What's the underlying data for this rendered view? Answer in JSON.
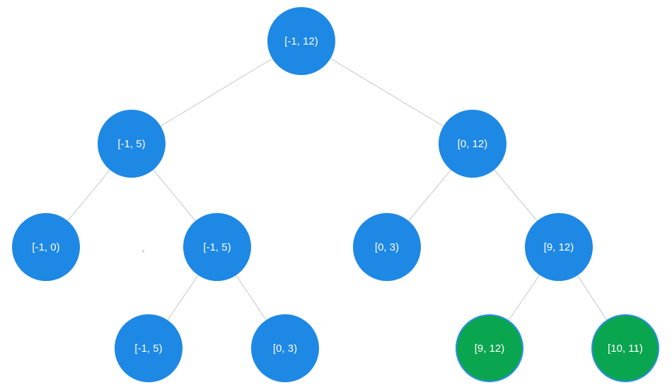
{
  "diagram": {
    "kind": "interval-tree",
    "background": "#ffffff",
    "colors": {
      "node_blue": "#1e88e5",
      "node_green": "#0aa54f",
      "green_node_border": "#2b8fe8",
      "edge_line": "#c6c6c6",
      "label_text": "#ffffff"
    },
    "nodes": [
      {
        "id": "n0",
        "label": "[-1, 12)",
        "level": 0,
        "color": "blue"
      },
      {
        "id": "n1",
        "label": "[-1, 5)",
        "level": 1,
        "color": "blue"
      },
      {
        "id": "n2",
        "label": "[0, 12)",
        "level": 1,
        "color": "blue"
      },
      {
        "id": "n3",
        "label": "[-1, 0)",
        "level": 2,
        "color": "blue"
      },
      {
        "id": "n4",
        "label": "[-1, 5)",
        "level": 2,
        "color": "blue"
      },
      {
        "id": "n5",
        "label": "[0, 3)",
        "level": 2,
        "color": "blue"
      },
      {
        "id": "n6",
        "label": "[9, 12)",
        "level": 2,
        "color": "blue"
      },
      {
        "id": "n7",
        "label": "[-1, 5)",
        "level": 3,
        "color": "blue"
      },
      {
        "id": "n8",
        "label": "[0, 3)",
        "level": 3,
        "color": "blue"
      },
      {
        "id": "n9",
        "label": "[9, 12)",
        "level": 3,
        "color": "green"
      },
      {
        "id": "n10",
        "label": "[10, 11)",
        "level": 3,
        "color": "green"
      }
    ],
    "edges": [
      {
        "from": "n0",
        "to": "n1"
      },
      {
        "from": "n0",
        "to": "n2"
      },
      {
        "from": "n1",
        "to": "n3"
      },
      {
        "from": "n1",
        "to": "n4"
      },
      {
        "from": "n2",
        "to": "n5"
      },
      {
        "from": "n2",
        "to": "n6"
      },
      {
        "from": "n4",
        "to": "n7"
      },
      {
        "from": "n4",
        "to": "n8"
      },
      {
        "from": "n6",
        "to": "n9"
      },
      {
        "from": "n6",
        "to": "n10"
      }
    ]
  }
}
